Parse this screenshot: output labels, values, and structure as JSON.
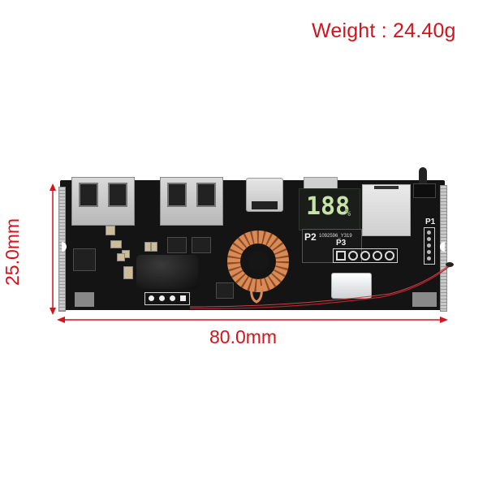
{
  "annotations": {
    "weight_label": "Weight : 24.40g",
    "height_dimension": "25.0mm",
    "width_dimension": "80.0mm",
    "annotation_color": "#d4141c"
  },
  "board": {
    "description": "Power bank charging PCB module",
    "display_digits": "188",
    "display_percent": "%",
    "silkscreen_p1": "P1",
    "silkscreen_p2": "P2",
    "silkscreen_p2_code": "1092596_Y319",
    "silkscreen_p3": "P3",
    "components": [
      "usb-a-port-1",
      "usb-a-port-2",
      "usb-c-port",
      "micro-usb-port",
      "led-segment-display",
      "shielded-module",
      "toroidal-inductor",
      "power-inductor",
      "electrolytic-capacitor",
      "thermistor-wire",
      "slide-switch"
    ],
    "board_color": "#141414",
    "display_color": "#c7e3a8",
    "coil_color": "#d98a55"
  }
}
